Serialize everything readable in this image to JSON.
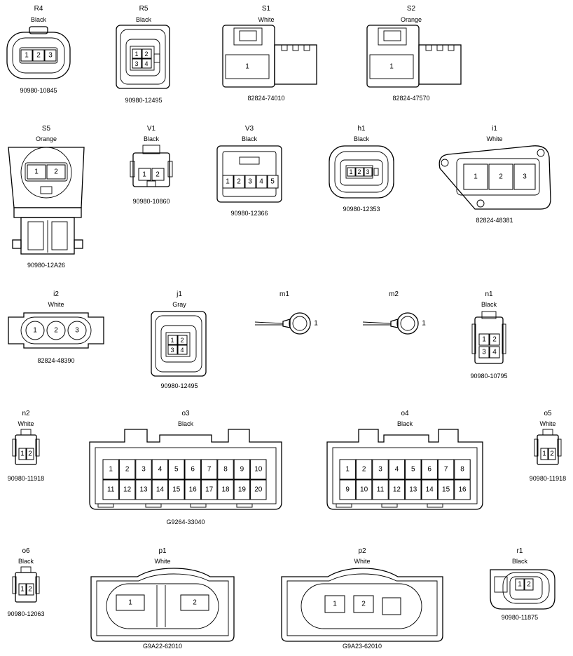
{
  "connectors": {
    "R4": {
      "code": "R4",
      "color": "Black",
      "part": "90980-10845",
      "pins": [
        "1",
        "2",
        "3"
      ]
    },
    "R5": {
      "code": "R5",
      "color": "Black",
      "part": "90980-12495",
      "pins": [
        "1",
        "2",
        "3",
        "4"
      ]
    },
    "S1": {
      "code": "S1",
      "color": "White",
      "part": "82824-74010",
      "pins": [
        "1"
      ]
    },
    "S2": {
      "code": "S2",
      "color": "Orange",
      "part": "82824-47570",
      "pins": [
        "1"
      ]
    },
    "S5": {
      "code": "S5",
      "color": "Orange",
      "part": "90980-12A26",
      "pins": [
        "1",
        "2"
      ]
    },
    "V1": {
      "code": "V1",
      "color": "Black",
      "part": "90980-10860",
      "pins": [
        "1",
        "2"
      ]
    },
    "V3": {
      "code": "V3",
      "color": "Black",
      "part": "90980-12366",
      "pins": [
        "1",
        "2",
        "3",
        "4",
        "5"
      ]
    },
    "h1": {
      "code": "h1",
      "color": "Black",
      "part": "90980-12353",
      "pins": [
        "1",
        "2",
        "3"
      ]
    },
    "i1": {
      "code": "i1",
      "color": "White",
      "part": "82824-48381",
      "pins": [
        "1",
        "2",
        "3"
      ]
    },
    "i2": {
      "code": "i2",
      "color": "White",
      "part": "82824-48390",
      "pins": [
        "1",
        "2",
        "3"
      ]
    },
    "j1": {
      "code": "j1",
      "color": "Gray",
      "part": "90980-12495",
      "pins": [
        "1",
        "2",
        "3",
        "4"
      ]
    },
    "m1": {
      "code": "m1",
      "pins": [
        "1"
      ]
    },
    "m2": {
      "code": "m2",
      "pins": [
        "1"
      ]
    },
    "n1": {
      "code": "n1",
      "color": "Black",
      "part": "90980-10795",
      "pins": [
        "1",
        "2",
        "3",
        "4"
      ]
    },
    "n2": {
      "code": "n2",
      "color": "White",
      "part": "90980-11918",
      "pins": [
        "1",
        "2"
      ]
    },
    "o3": {
      "code": "o3",
      "color": "Black",
      "part": "G9264-33040",
      "pins": [
        "1",
        "2",
        "3",
        "4",
        "5",
        "6",
        "7",
        "8",
        "9",
        "10",
        "11",
        "12",
        "13",
        "14",
        "15",
        "16",
        "17",
        "18",
        "19",
        "20"
      ]
    },
    "o4": {
      "code": "o4",
      "color": "Black",
      "pins": [
        "1",
        "2",
        "3",
        "4",
        "5",
        "6",
        "7",
        "8",
        "9",
        "10",
        "11",
        "12",
        "13",
        "14",
        "15",
        "16"
      ]
    },
    "o5": {
      "code": "o5",
      "color": "White",
      "part": "90980-11918",
      "pins": [
        "1",
        "2"
      ]
    },
    "o6": {
      "code": "o6",
      "color": "Black",
      "part": "90980-12063",
      "pins": [
        "1",
        "2"
      ]
    },
    "p1": {
      "code": "p1",
      "color": "White",
      "part": "G9A22-62010",
      "pins": [
        "1",
        "2"
      ]
    },
    "p2": {
      "code": "p2",
      "color": "White",
      "part": "G9A23-62010",
      "pins": [
        "1",
        "2"
      ]
    },
    "r1": {
      "code": "r1",
      "color": "Black",
      "part": "90980-11875",
      "pins": [
        "1",
        "2"
      ]
    }
  }
}
